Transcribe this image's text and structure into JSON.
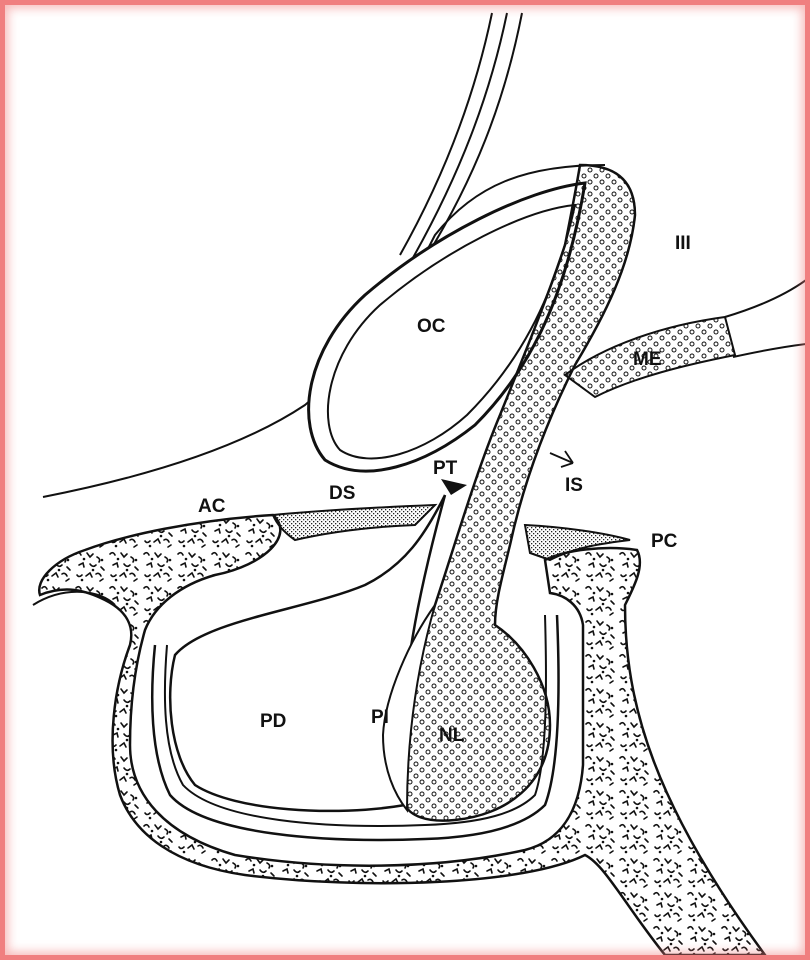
{
  "labels": {
    "oc": "OC",
    "iii": "III",
    "me": "ME",
    "pt": "PT",
    "is": "IS",
    "ac": "AC",
    "ds": "DS",
    "pc": "PC",
    "pd": "PD",
    "pi": "PI",
    "nl": "NL"
  },
  "colors": {
    "frame": "#f07f80",
    "ink": "#111111",
    "paper": "#ffffff"
  }
}
